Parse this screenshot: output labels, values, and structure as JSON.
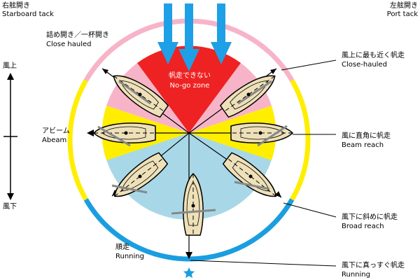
{
  "labels": {
    "starboard_jp": "右舷開き",
    "starboard_en": "Starboard tack",
    "port_jp": "左舷開き",
    "port_en": "Port tack",
    "close_hauled_jp": "詰め開き／一杯開き",
    "close_hauled_en": "Close hauled",
    "windward_jp": "風上",
    "leeward_jp": "風下",
    "abeam_jp": "アビーム",
    "abeam_en": "Abeam",
    "running_jp": "順走",
    "running_en": "Running",
    "nogo_jp": "帆走できない",
    "nogo_en": "No-go zone",
    "close_hauled_right_jp": "風上に最も近く帆走",
    "close_hauled_right_en": "Close-hauled",
    "beam_reach_jp": "風に直角に帆走",
    "beam_reach_en": "Beam reach",
    "broad_reach_jp": "風下に斜めに帆走",
    "broad_reach_en": "Broad reach",
    "running_right_jp": "風下に真っすぐ帆走",
    "running_right_en": "Running"
  },
  "colors": {
    "nogo": "#ee2222",
    "close_pink": "#f7b4c8",
    "beam_yellow": "#ffee00",
    "broad_blue": "#a8d8e8",
    "wind_arrow": "#1ea0e6",
    "ring_blue": "#1a9ee0",
    "hull": "#eee0b8",
    "star": "#1a9ee0"
  }
}
